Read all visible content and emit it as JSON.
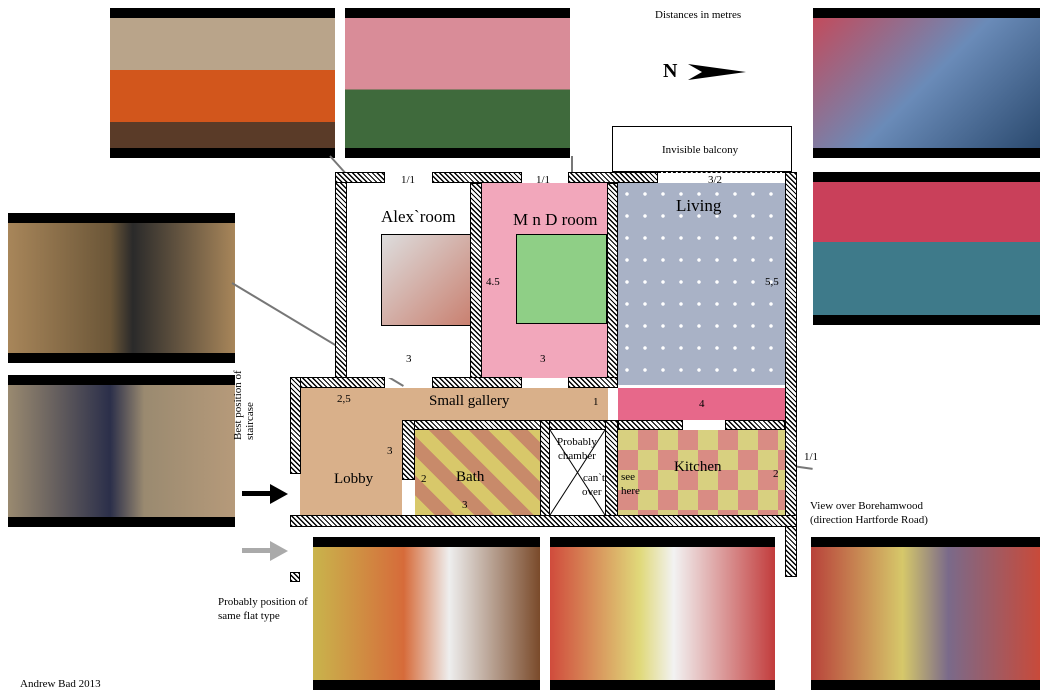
{
  "legend": {
    "distances": "Distances in metres",
    "north": "N",
    "balcony": "Invisible balcony",
    "staircase": "Best position of staircase",
    "same_flat": "Probably position of same flat type",
    "view": "View over Borehamwood",
    "view_direction": "(direction Hartforde Road)",
    "credit": "Andrew Bad 2013"
  },
  "rooms": {
    "alex": "Alex`room",
    "mnd": "M n D room",
    "living": "Living",
    "gallery": "Small gallery",
    "lobby": "Lobby",
    "bath": "Bath",
    "kitchen": "Kitchen",
    "chamber1": "Probably",
    "chamber2": "chamber",
    "chamber3": "can`t",
    "chamber4": "over",
    "chamber5": "see",
    "chamber6": "here"
  },
  "dims": {
    "alex_window": "1/1",
    "mnd_window": "1/1",
    "living_window": "3/2",
    "alex_width": "3",
    "mnd_width": "3",
    "mnd_depth": "4.5",
    "living_depth": "5,5",
    "gallery_lobby": "2,5",
    "gallery_len": "1",
    "living_strip": "4",
    "lobby_depth": "3",
    "bath_depth": "2",
    "bath_width": "3",
    "kitchen_depth": "2",
    "kitchen_window": "1/1"
  },
  "colors": {
    "mnd": "#f2a7bb",
    "bed": "#8fcf86",
    "living": "#a9b2c6",
    "gallery": "#d9b08a",
    "strip": "#e7688a",
    "bath": "#d8c86a",
    "kitchen": "#d98c84"
  }
}
